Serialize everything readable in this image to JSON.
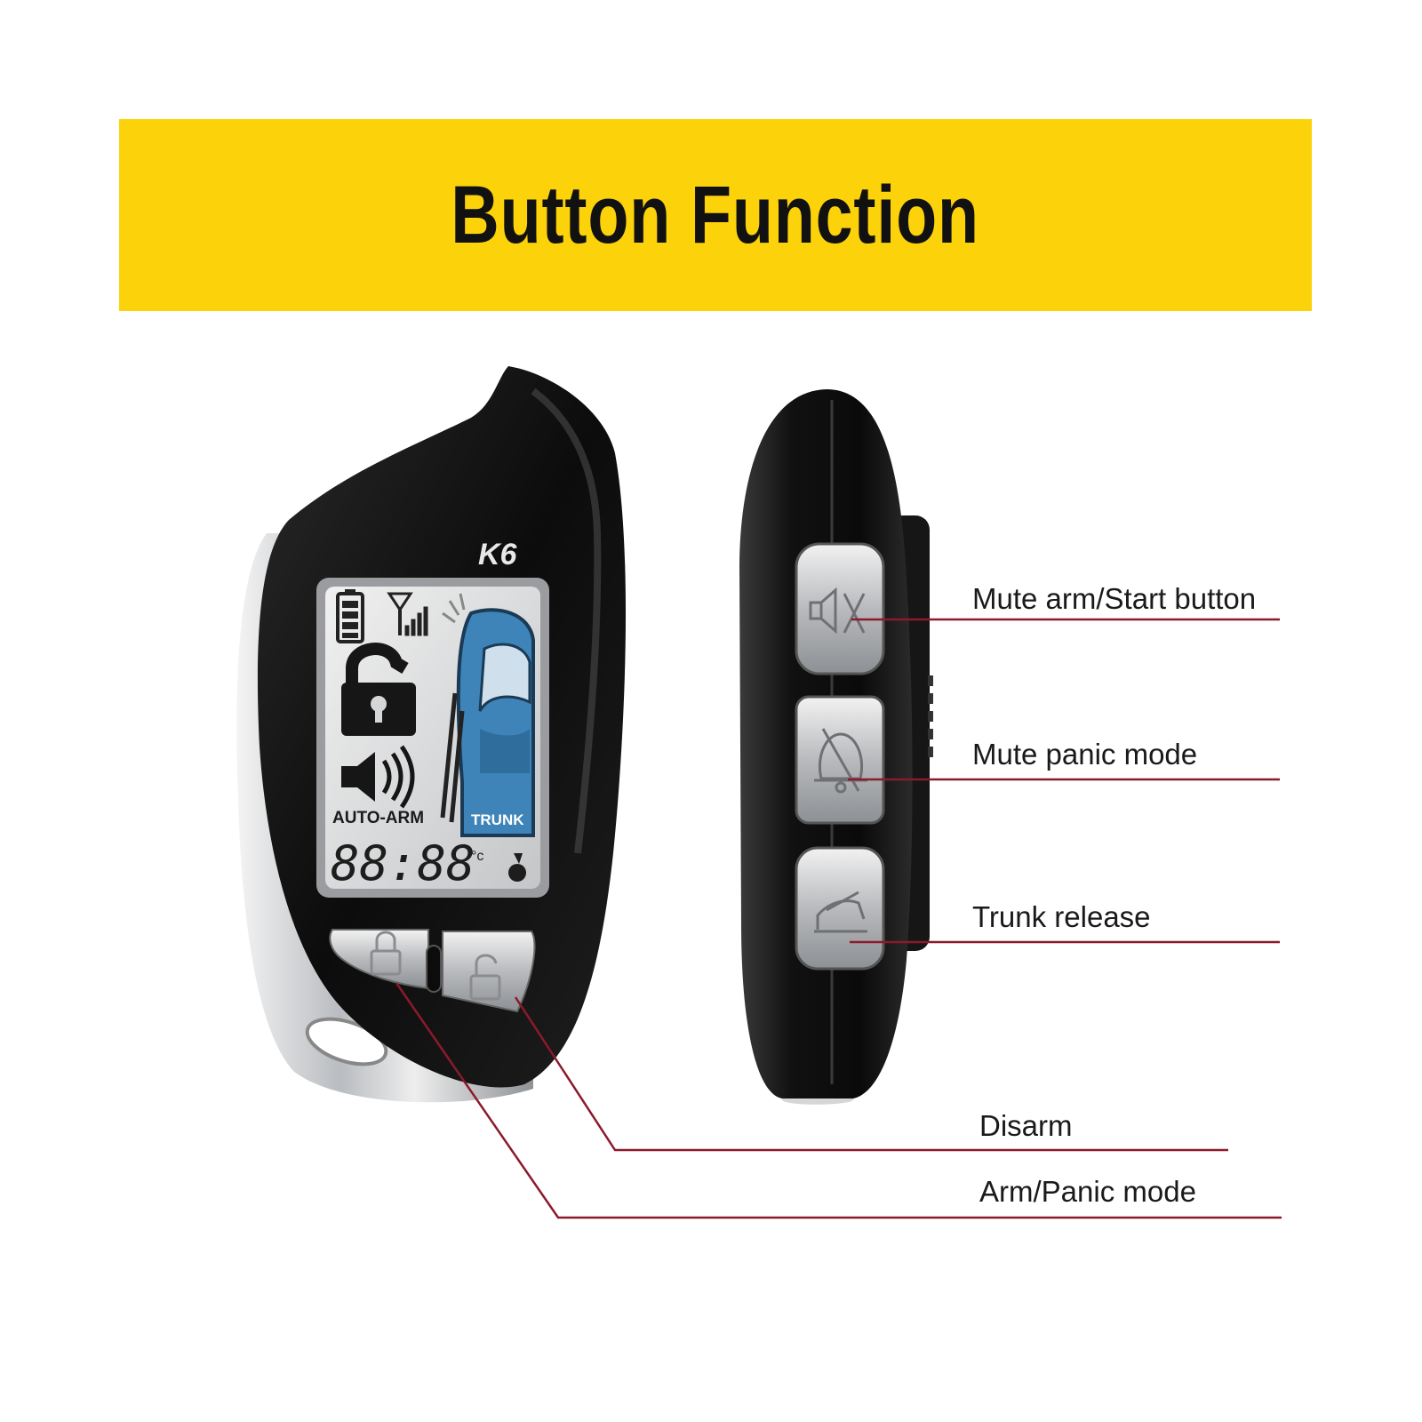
{
  "banner": {
    "title": "Button Function",
    "color": "#FCD20A"
  },
  "remote": {
    "model_label": "K6",
    "lcd": {
      "auto_arm_label": "AUTO-ARM",
      "trunk_label": "TRUNK",
      "clock_text": "88:88",
      "temp_unit": "°c"
    }
  },
  "callouts": {
    "mute_arm_start": "Mute arm/Start button",
    "mute_panic": "Mute panic mode",
    "trunk_release": "Trunk release",
    "disarm": "Disarm",
    "arm_panic": "Arm/Panic mode"
  },
  "colors": {
    "leader_line": "#8B1A2B",
    "lcd_blue": "#3E84B8",
    "body_black": "#121212",
    "chrome": "#C9CCCF"
  },
  "icons": {
    "battery": "battery-icon",
    "signal": "signal-antenna-icon",
    "lock": "padlock-icon",
    "speaker": "speaker-sound-icon",
    "car": "car-top-view-icon",
    "mute": "speaker-mute-icon",
    "bell": "bell-icon",
    "trunk": "car-trunk-icon",
    "lock_button": "lock-closed-icon",
    "unlock_button": "lock-open-icon"
  }
}
